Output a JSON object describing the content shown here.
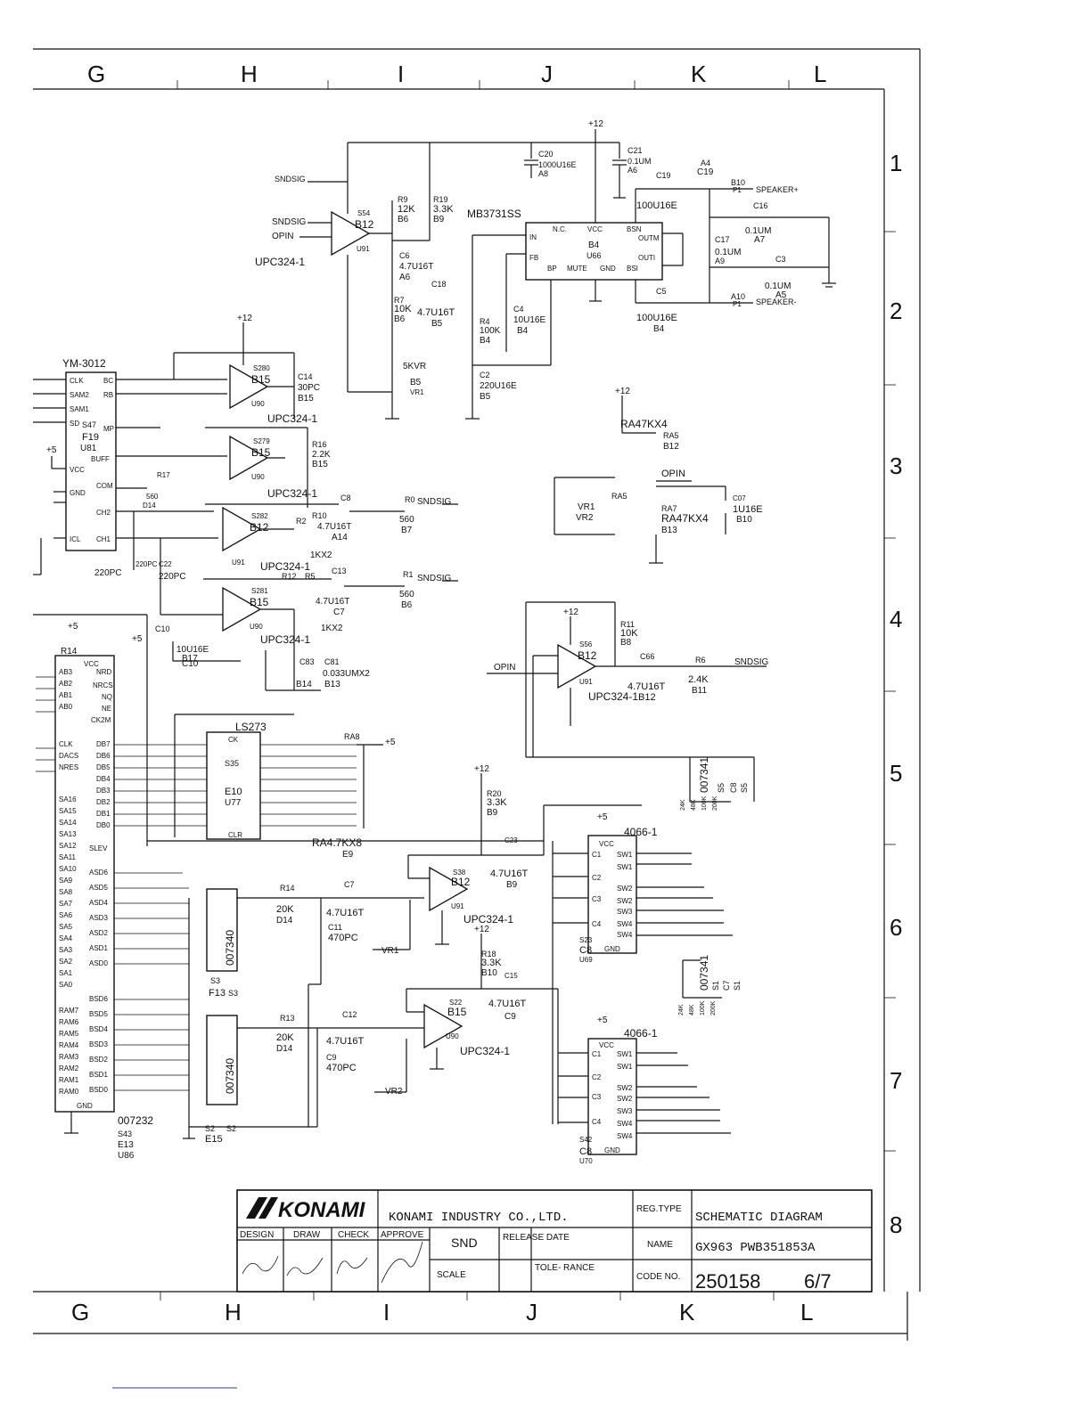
{
  "border": {
    "columns_top": [
      "G",
      "H",
      "I",
      "J",
      "K",
      "L"
    ],
    "columns_bottom": [
      "G",
      "H",
      "I",
      "J",
      "K",
      "L"
    ],
    "rows": [
      "1",
      "2",
      "3",
      "4",
      "5",
      "6",
      "7",
      "8"
    ]
  },
  "title_block": {
    "brand": "KONAMI",
    "company": "KONAMI INDUSTRY CO.,LTD.",
    "reg_type_label": "REG.TYPE",
    "reg_type_value": "SCHEMATIC DIAGRAM",
    "name_label": "NAME",
    "name_value": "GX963 PWB351853A",
    "code_label": "CODE NO.",
    "code_value": "250158",
    "sheet": "6/7",
    "design": "DESIGN",
    "draw": "DRAW",
    "check": "CHECK",
    "approve": "APPROVE",
    "section": "SND",
    "release_date": "RELEASE DATE",
    "scale": "SCALE",
    "tolerance": "TOLE- RANCE"
  },
  "components": {
    "amp_ic": "MB3731SS",
    "amp_pins": [
      "IN",
      "N.C.",
      "VCC",
      "BSN",
      "OUTM",
      "OUTI",
      "BSI",
      "FB",
      "BP",
      "MUTE",
      "GND"
    ],
    "amp_ref": "B4",
    "amp_unit": "U66",
    "opamp": "UPC324-1",
    "dac": "YM-3012",
    "dac_unit": "U81",
    "dac_pins": [
      "CLK",
      "SAM2",
      "SAM1",
      "SD",
      "VCC",
      "GND",
      "ICL",
      "BC",
      "RB",
      "MP",
      "BUFF",
      "COM",
      "CH2",
      "CH1"
    ],
    "latch": "LS273",
    "latch_ref": "E10",
    "latch_unit": "U77",
    "resistor_array": "RA47KX4",
    "resistor_array2": "RA4.7KX8",
    "switch": "4066-1",
    "sound_chip": "007232",
    "sound_chip_ref": "E13",
    "sound_chip_unit": "U86",
    "hybrid_a": "007340",
    "hybrid_b": "007341",
    "sw_pins": [
      "C1",
      "SW1",
      "C2",
      "SW2",
      "C3",
      "SW3",
      "C4",
      "SW4"
    ],
    "ram_pins": [
      "RAM7",
      "RAM6",
      "RAM5",
      "RAM4",
      "RAM3",
      "RAM2",
      "RAM1",
      "RAM0"
    ],
    "sa_pins": [
      "SA16",
      "SA15",
      "SA14",
      "SA13",
      "SA12",
      "SA11",
      "SA10",
      "SA9",
      "SA8",
      "SA7",
      "SA6",
      "SA5",
      "SA4",
      "SA3",
      "SA2",
      "SA1",
      "SA0"
    ],
    "db_pins": [
      "DB7",
      "DB6",
      "DB5",
      "DB4",
      "DB3",
      "DB2",
      "DB1",
      "DB0"
    ]
  },
  "nets": {
    "sndsig": "SNDSIG",
    "opin": "OPIN",
    "vr1": "VR1",
    "vr2": "VR2",
    "plus12": "+12",
    "plus5": "+5",
    "speaker_pos": "SPEAKER+",
    "speaker_neg": "SPEAKER-"
  },
  "labels": {
    "c20": "C20",
    "c20v": "1000U16E",
    "c20r": "A8",
    "c21": "C21",
    "c21v": "0.1UM",
    "c21r": "A6",
    "c19": "C19",
    "c19v": "100U16E",
    "a4": "A4",
    "c16": "C16",
    "c16v": "0.1UM",
    "c16r": "A7",
    "c17": "C17",
    "c17v": "0.1UM",
    "c17r": "A9",
    "c3": "C3",
    "c3v": "0.1UM",
    "c3r": "A5",
    "c5": "C5",
    "c5v": "100U16E",
    "c5r": "B4",
    "c4": "C4",
    "c4v": "10U16E",
    "c4r": "B4",
    "c2": "C2",
    "c2v": "220U16E",
    "c2r": "B5",
    "r4": "R4",
    "r4v": "100K",
    "r4r": "B4",
    "r9": "R9",
    "r9v": "12K",
    "r9r": "B6",
    "r19": "R19",
    "r19v": "3.3K",
    "r19r": "B9",
    "c6": "C6",
    "c6v": "4.7U16T",
    "c6r": "A6",
    "r7": "R7",
    "r7v": "10K",
    "r7r": "B6",
    "c18": "C18",
    "c18v": "4.7U16T",
    "c18r": "B5",
    "vr": "5KVR",
    "vrr": "B5",
    "vrn": "VR1",
    "b10": "B10",
    "a10": "A10",
    "p1": "P1",
    "c14": "C14",
    "c14v": "30PC",
    "c14r": "B15",
    "r16": "R16",
    "r16v": "2.2K",
    "r16r": "B15",
    "r17": "R17",
    "r17v": "560",
    "r17r": "D14",
    "c8": "C8",
    "c8v": "4.7U16T",
    "r10": "R10",
    "r10r": "A14",
    "r0": "R0",
    "r0v": "560",
    "r0r": "B7",
    "c13": "C13",
    "c13v": "4.7U16T",
    "c13r": "C7",
    "r1": "R1",
    "r1v": "560",
    "r1r": "B6",
    "r2": "R2",
    "r5": "R5",
    "r12": "R12",
    "rkx": "1KX2",
    "c83": "C83",
    "c81": "C81",
    "c81v": "0.033UMX2",
    "c81r": "B13",
    "b14": "B14",
    "c10": "C10",
    "c10v": "10U16E",
    "b17": "B17",
    "c22": "C22",
    "c66s": "C66",
    "c220": "220PC",
    "ra5": "RA5",
    "ra5r": "B12",
    "ra7": "RA7",
    "ra7r": "B13",
    "c07": "C07",
    "c07v": "1U16E",
    "c07r": "B10",
    "r11": "R11",
    "r11v": "10K",
    "r11r": "B8",
    "c66": "C66",
    "c66v": "4.7U16T",
    "c66r": "B12",
    "r6": "R6",
    "r6v": "2.4K",
    "r6r": "B11",
    "r20": "R20",
    "r20v": "3.3K",
    "r20r": "B9",
    "c23": "C23",
    "c23v": "4.7U16T",
    "c23r": "B9",
    "r14": "R14",
    "r14v": "20K",
    "r14r": "D14",
    "c7": "C7",
    "c7v": "4.7U16T",
    "c11": "C11",
    "c11v": "470PC",
    "r18": "R18",
    "r18v": "3.3K",
    "r18r": "B10",
    "c15": "C15",
    "c15v": "4.7U16T",
    "c15r": "C9",
    "r13": "R13",
    "r13v": "20K",
    "r13r": "D14",
    "c12": "C12",
    "c12v": "4.7U16T",
    "c9": "C9",
    "c9v": "470PC",
    "ra8": "RA8",
    "e9": "E9",
    "s35": "S35",
    "s23": "S23",
    "c8ref": "C8",
    "u69": "U69",
    "u70": "U70",
    "s42": "S42",
    "u90": "U90",
    "u91": "U91",
    "b15": "B15",
    "b12": "B12",
    "s280": "S280",
    "s279": "S279",
    "s282": "S282",
    "s281": "S281",
    "s54": "S54",
    "s56": "S56",
    "s38": "S38",
    "s22": "S22",
    "s43": "S43",
    "f13": "F13",
    "e15": "E15",
    "s3": "S3",
    "s2": "S2",
    "s47": "S47",
    "f19": "F19",
    "sw_res": [
      "24K",
      "48K",
      "100K",
      "200K"
    ],
    "s5": "S5",
    "c8b": "C8",
    "s1": "S1",
    "c7b": "C7",
    "clk": "CLK",
    "daccs": "DACS",
    "nres": "NRES",
    "nrd": "NRD",
    "nrcs": "NRCS",
    "nq": "NQ",
    "ne": "NE",
    "ck2m": "CK2M",
    "ab3": "AB3",
    "ab2": "AB2",
    "ab1": "AB1",
    "ab0": "AB0",
    "slev": "SLEV",
    "asd": [
      "ASD6",
      "ASD5",
      "ASD4",
      "ASD3",
      "ASD2",
      "ASD1",
      "ASD0"
    ],
    "bsd": [
      "BSD6",
      "BSD5",
      "BSD4",
      "BSD3",
      "BSD2",
      "BSD1",
      "BSD0"
    ],
    "ck": "CK",
    "clr": "CLR",
    "gnd": "GND",
    "vcc": "VCC"
  }
}
